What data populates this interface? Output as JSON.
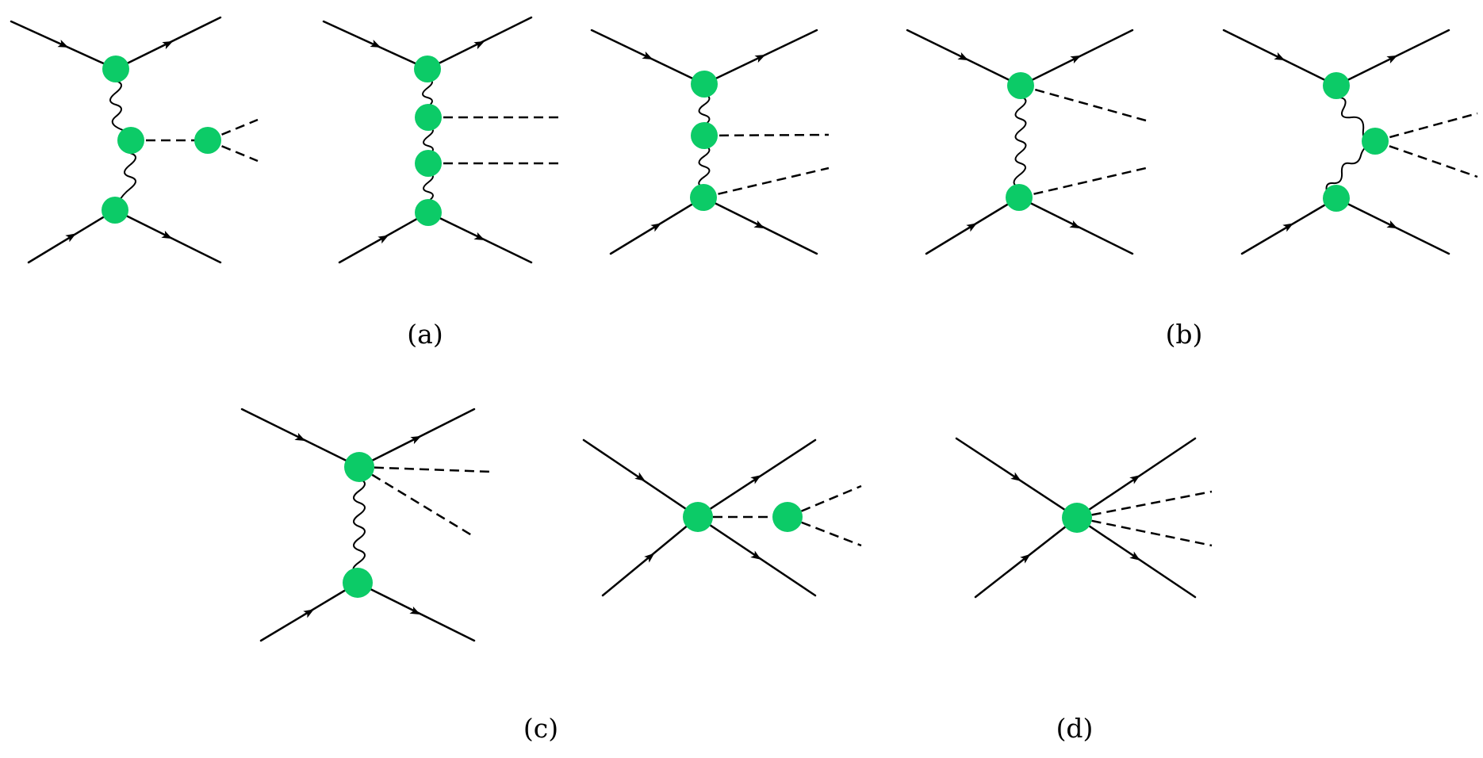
{
  "figure": {
    "labels": {
      "a": "(a)",
      "b": "(b)",
      "c": "(c)",
      "d": "(d)"
    }
  },
  "colors": {
    "vertex": "#0ccb67",
    "line": "#000000",
    "background": "#ffffff"
  }
}
